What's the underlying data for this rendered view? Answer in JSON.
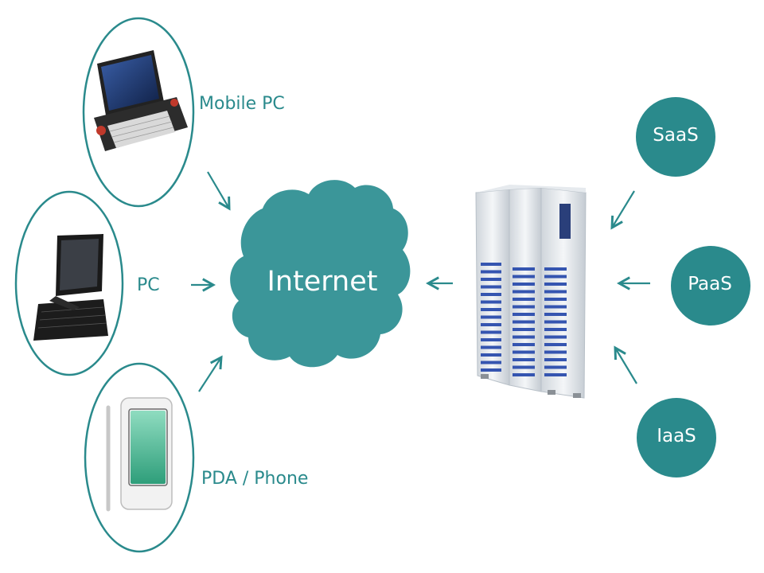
{
  "diagram": {
    "center_label": "Internet",
    "clients": [
      {
        "label": "Mobile PC"
      },
      {
        "label": "PC"
      },
      {
        "label": "PDA / Phone"
      }
    ],
    "services": [
      {
        "label": "SaaS"
      },
      {
        "label": "PaaS"
      },
      {
        "label": "IaaS"
      }
    ],
    "colors": {
      "accent": "#2a8a8c",
      "cloud": "#3b9699",
      "service_circle": "#2a8a8c",
      "text_on_fill": "#ffffff"
    }
  }
}
